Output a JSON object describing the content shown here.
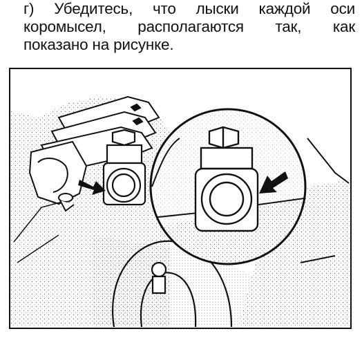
{
  "instruction": {
    "lines": [
      "г) Убедитесь, что лыски каждой оси",
      "коромысел, располагаются так, как",
      "показано на рисунке."
    ]
  },
  "figure": {
    "arrows_count": 2
  }
}
